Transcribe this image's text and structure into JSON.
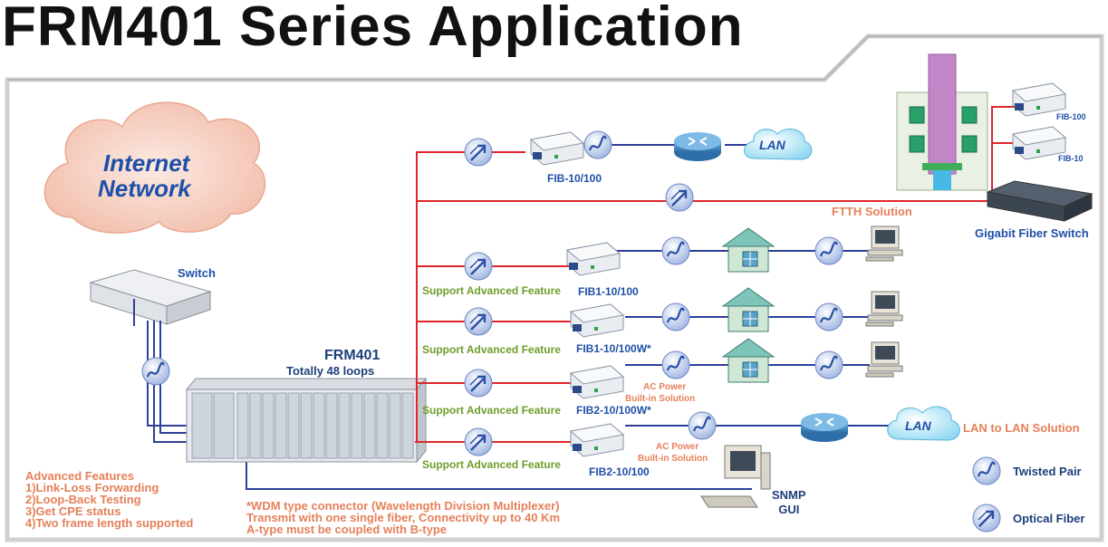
{
  "title": "FRM401 Series Application",
  "cloud": {
    "line1": "Internet",
    "line2": "Network"
  },
  "switch_label": "Switch",
  "frm": {
    "name": "FRM401",
    "subtitle": "Totally 48 loops"
  },
  "branches": {
    "top": {
      "device": "FIB-10/100",
      "cloud": "LAN"
    },
    "ftth": {
      "label": "FTTH Solution"
    },
    "row1": {
      "feature": "Support Advanced Feature",
      "device": "FIB1-10/100"
    },
    "row2": {
      "feature": "Support Advanced Feature",
      "device": "FIB1-10/100W*"
    },
    "row3": {
      "feature": "Support Advanced Feature",
      "device": "FIB2-10/100W*",
      "note1": "AC Power",
      "note2": "Built-in Solution"
    },
    "row4": {
      "feature": "Support Advanced Feature",
      "device": "FIB2-10/100",
      "note1": "AC Power",
      "note2": "Built-in Solution",
      "cloud": "LAN",
      "solution": "LAN to LAN Solution"
    }
  },
  "building": {
    "fib100": "FIB-100",
    "fib10": "FIB-10",
    "switch": "Gigabit Fiber Switch"
  },
  "snmp": {
    "line1": "SNMP",
    "line2": "GUI"
  },
  "advanced": {
    "heading": "Advanced Features",
    "items": [
      "1)Link-Loss Forwarding",
      "2)Loop-Back Testing",
      "3)Get CPE status",
      "4)Two frame length supported"
    ]
  },
  "wdm": {
    "lines": [
      "*WDM type connector (Wavelength Division Multiplexer)",
      "Transmit with one single fiber, Connectivity up to 40 Km",
      "A-type must be coupled with B-type"
    ]
  },
  "legend": {
    "twisted": "Twisted Pair",
    "optical": "Optical Fiber"
  },
  "colors": {
    "fiber_line": "#e0262b",
    "utp_line": "#2e3f99",
    "title": "#111111",
    "label_blue": "#1f4fa8",
    "label_orange": "#e5805a",
    "label_green": "#6e9d2a"
  },
  "icons": [
    "twisted-pair-icon",
    "optical-fiber-icon",
    "router-icon",
    "house-icon",
    "pc-icon",
    "media-converter-icon",
    "building-icon"
  ]
}
